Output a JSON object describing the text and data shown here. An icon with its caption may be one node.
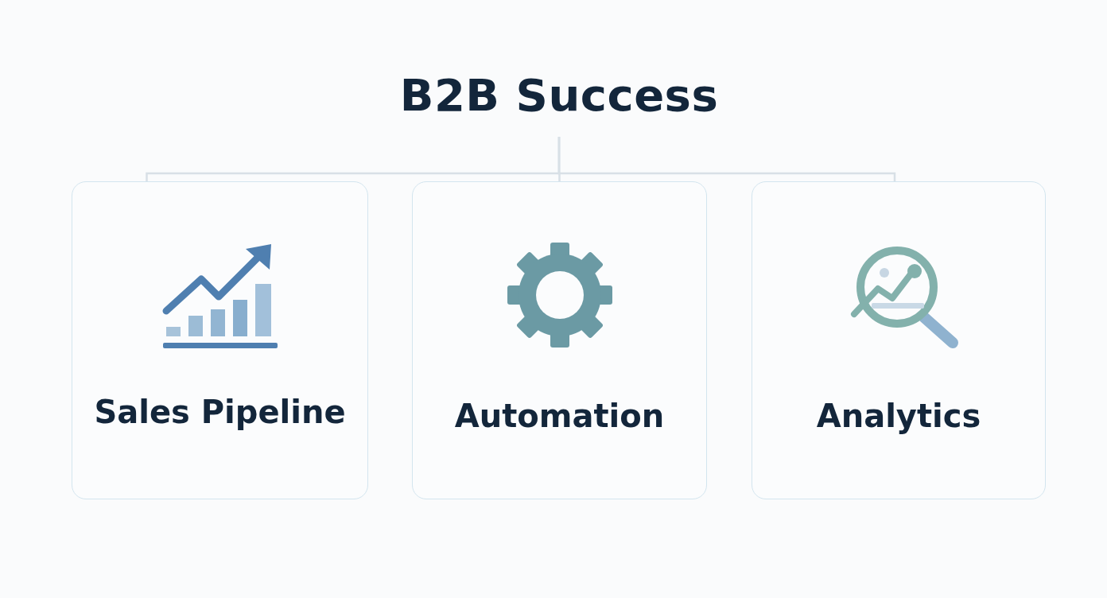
{
  "diagram": {
    "nodes": [
      {
        "text": [
          "B2B Success"
        ]
      },
      {
        "text": [
          "Sales Pipeline"
        ]
      },
      {
        "text": [
          "Automation"
        ]
      },
      {
        "text": [
          "Analytics"
        ]
      }
    ],
    "edges": [
      {
        "from": 0,
        "to": 1,
        "arrow": "none"
      },
      {
        "from": 0,
        "to": 2,
        "arrow": "none"
      },
      {
        "from": 0,
        "to": 3,
        "arrow": "none"
      }
    ]
  }
}
